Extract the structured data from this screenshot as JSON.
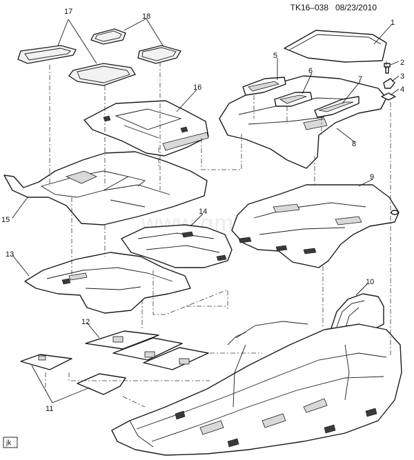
{
  "header": {
    "doc_code": "TK16–038",
    "date": "08/23/2010"
  },
  "watermark": "www.gmsklad.ru",
  "artist_tag": "jk",
  "callouts": [
    "1",
    "2",
    "3",
    "4",
    "5",
    "6",
    "7",
    "8",
    "9",
    "10",
    "11",
    "12",
    "13",
    "14",
    "15",
    "16",
    "17",
    "18"
  ]
}
